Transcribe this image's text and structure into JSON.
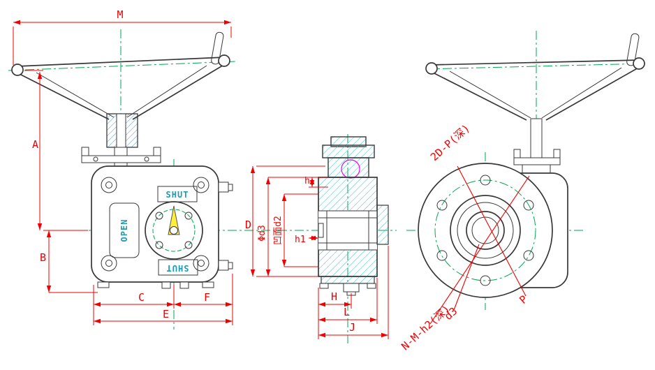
{
  "dims": {
    "M": "M",
    "A": "A",
    "B": "B",
    "C": "C",
    "F": "F",
    "E": "E",
    "D": "D",
    "phi_d3": "Φd3",
    "concave_d2": "凹面d2",
    "h": "h",
    "h1": "h1",
    "H": "H",
    "L": "L",
    "J": "J"
  },
  "annotations": {
    "bolt_depth": "2D-P(深)",
    "thread_depth": "N-M-h2(深)",
    "d3": "d3",
    "P": "P"
  },
  "front": {
    "shut_top": "SHUT",
    "open": "OPEN",
    "shut_bottom": "SHUT"
  },
  "colors": {
    "dimension": "#f00000",
    "centerline": "#00a650",
    "outline": "#383838",
    "hatch": "#3bbfd4",
    "hub_hatch": "#4a90d9",
    "pointer": "#ffef3a",
    "magenta": "#e800e8",
    "label": "#1e9bb0",
    "background": "#ffffff"
  }
}
